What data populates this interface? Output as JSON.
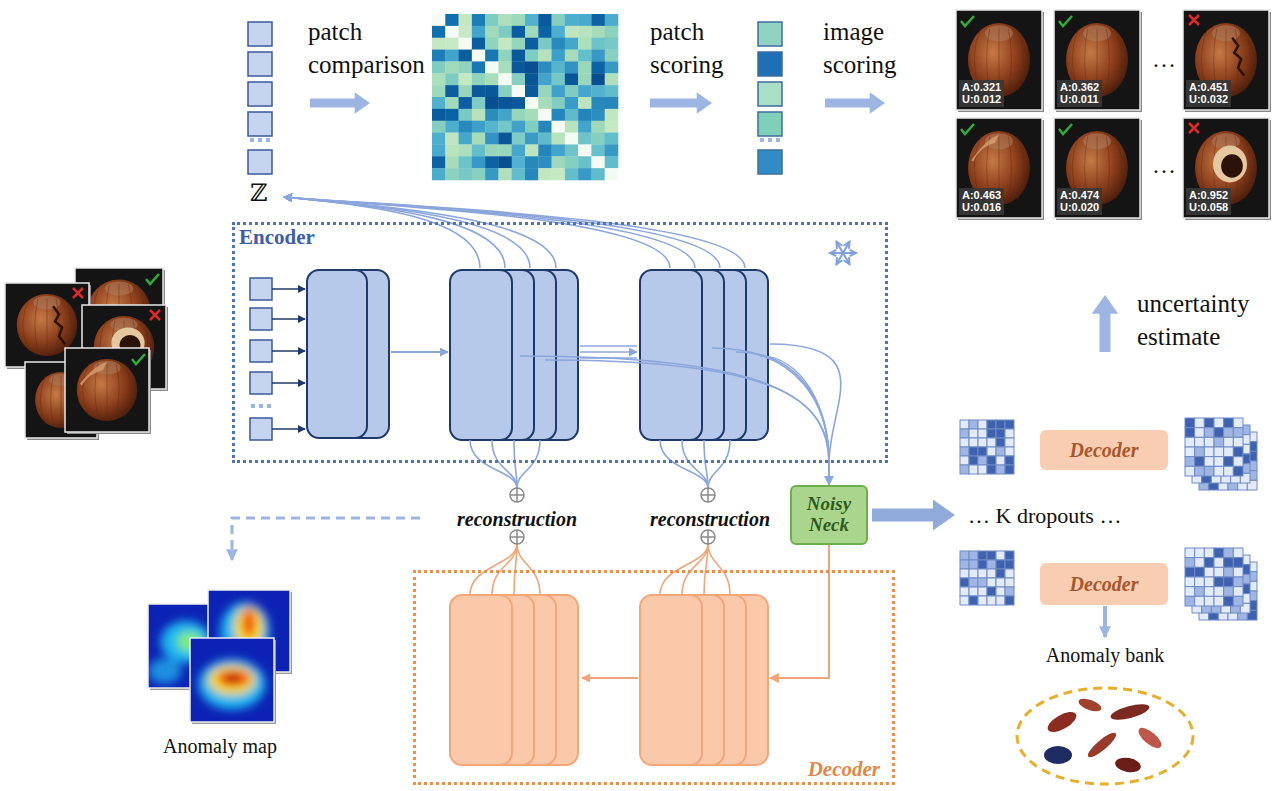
{
  "diagram": {
    "nodes": [
      {
        "text": [
          "Encoder"
        ]
      },
      {
        "text": [
          "Noisy Neck"
        ]
      },
      {
        "text": [
          "Decoder"
        ]
      },
      {
        "text": [
          "Decoder"
        ]
      },
      {
        "text": [
          "Decoder"
        ]
      },
      {
        "text": [
          "A:0.321 U:0.012"
        ]
      },
      {
        "text": [
          "A:0.362 U:0.011"
        ]
      },
      {
        "text": [
          "A:0.451 U:0.032"
        ]
      },
      {
        "text": [
          "A:0.463 U:0.016"
        ]
      },
      {
        "text": [
          "A:0.474 U:0.020"
        ]
      },
      {
        "text": [
          "A:0.952 U:0.058"
        ]
      }
    ],
    "edges": [
      {
        "from": 0,
        "to": 1,
        "arrow": "to"
      },
      {
        "from": 1,
        "to": 2,
        "arrow": "to"
      }
    ],
    "labels": [
      "patch comparison",
      "patch scoring",
      "image scoring",
      "ℤ",
      "…",
      "…",
      "uncertainty estimate",
      "… K dropouts …",
      "reconstruction",
      "reconstruction",
      "Anomaly map",
      "Anomaly bank"
    ]
  }
}
